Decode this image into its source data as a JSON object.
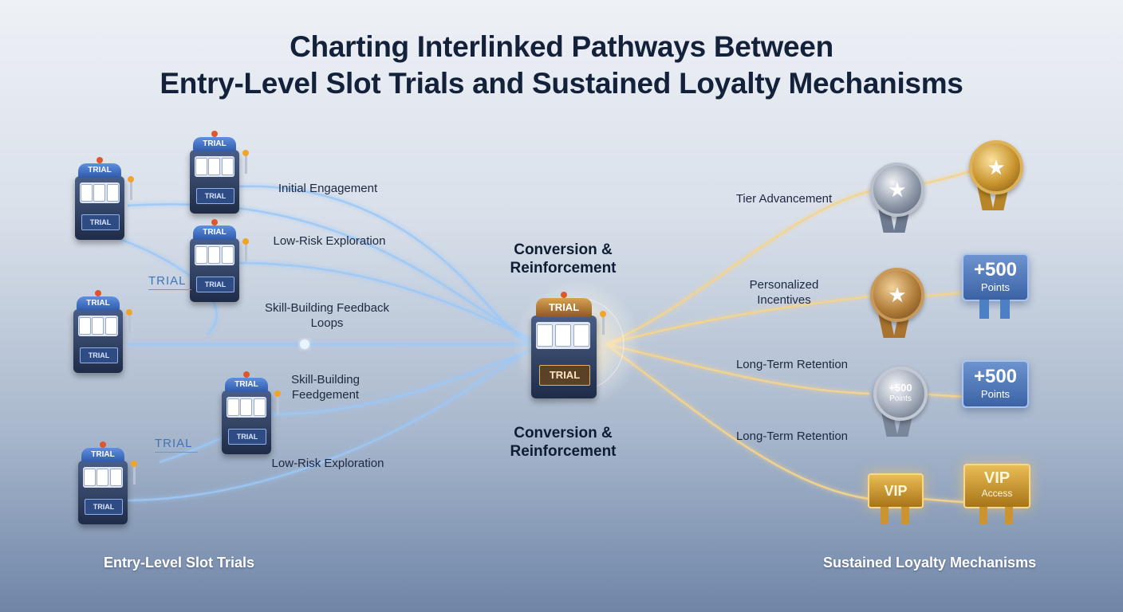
{
  "title": {
    "line1": "Charting Interlinked Pathways Between",
    "line2": "Entry-Level Slot Trials and Sustained Loyalty Mechanisms"
  },
  "sections": {
    "left": "Entry-Level Slot Trials",
    "right": "Sustained Loyalty Mechanisms"
  },
  "center": {
    "top_label": "Conversion & Reinforcement",
    "bottom_label": "Conversion & Reinforcement",
    "machine_crown": "TRIAL",
    "machine_plate": "TRIAL"
  },
  "slot_machines": [
    {
      "crown": "TRIAL",
      "plate": "TRIAL"
    },
    {
      "crown": "TRIAL",
      "plate": "TRIAL"
    },
    {
      "crown": "TRIAL",
      "plate": "TRIAL"
    },
    {
      "crown": "TRIAL",
      "plate": "TRIAL"
    },
    {
      "crown": "TRIAL",
      "plate": "TRIAL"
    },
    {
      "crown": "TRIAL",
      "plate": "TRIAL"
    }
  ],
  "trial_tags": [
    "TRIAL",
    "TRIAL"
  ],
  "left_labels": [
    "Initial Engagement",
    "Low-Risk Exploration",
    "Skill-Building Feedback Loops",
    "Skill-Building Feedgement",
    "Low-Risk Exploration"
  ],
  "right_labels": [
    "Tier Advancement",
    "Personalized Incentives",
    "Long-Term Retention",
    "Long-Term Retention"
  ],
  "rewards": {
    "points_card_1": {
      "value": "+500",
      "unit": "Points"
    },
    "points_card_2": {
      "value": "+500",
      "unit": "Points"
    },
    "points_medal": {
      "value": "+500",
      "unit": "Points"
    },
    "vip_small": {
      "value": "VIP"
    },
    "vip_large": {
      "value": "VIP",
      "unit": "Access"
    },
    "medal_icons": [
      "star-icon",
      "star-icon",
      "star-icon"
    ]
  },
  "colors": {
    "entry_paths": "#8fc0f5",
    "loyalty_paths": "#f3d28a",
    "title": "#14213a"
  }
}
